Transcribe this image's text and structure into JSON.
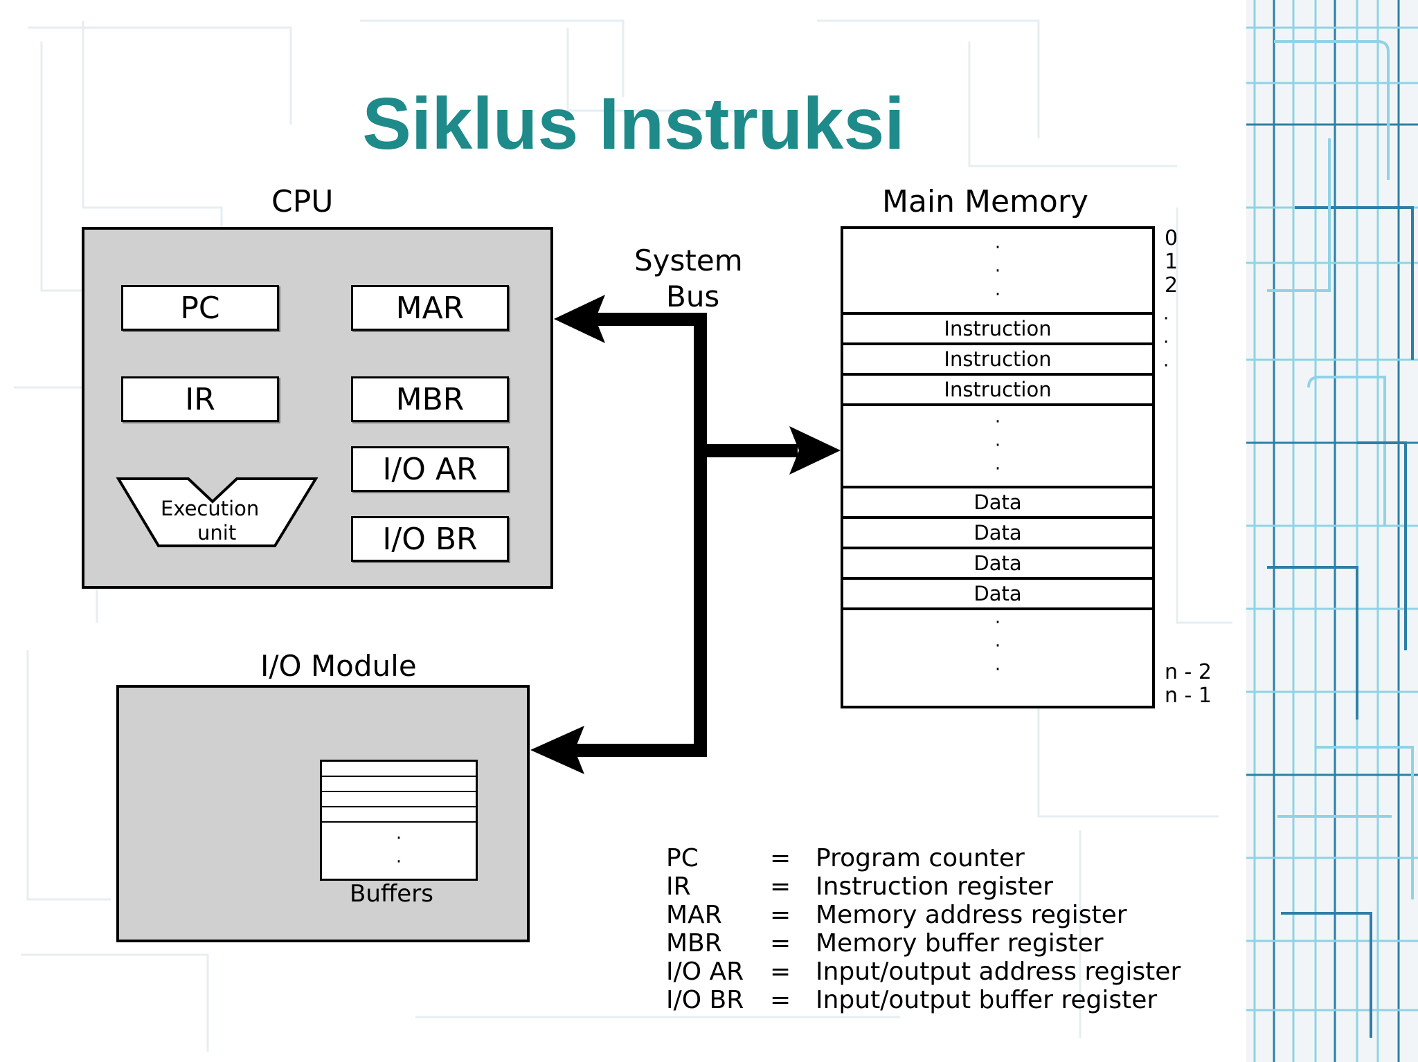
{
  "title": "Siklus Instruksi",
  "colors": {
    "title": "#1e8a8a",
    "box_fill": "#d0d0d0",
    "grid_light": "#8fd3e6",
    "grid_dark": "#2d7fa6"
  },
  "cpu": {
    "label": "CPU",
    "registers": [
      "PC",
      "MAR",
      "IR",
      "MBR",
      "I/O AR",
      "I/O BR"
    ],
    "exec_unit": [
      "Execution",
      "unit"
    ]
  },
  "bus": {
    "label": [
      "System",
      "Bus"
    ]
  },
  "io": {
    "label": "I/O Module",
    "buffers_label": "Buffers"
  },
  "memory": {
    "label": "Main Memory",
    "instructions": [
      "Instruction",
      "Instruction",
      "Instruction"
    ],
    "data": [
      "Data",
      "Data",
      "Data",
      "Data"
    ],
    "addresses_top": [
      "0",
      "1",
      "2"
    ],
    "addresses_bottom": [
      "n - 2",
      "n - 1"
    ]
  },
  "legend": [
    {
      "abbr": "PC",
      "eq": "=",
      "def": "Program counter"
    },
    {
      "abbr": "IR",
      "eq": "=",
      "def": "Instruction register"
    },
    {
      "abbr": "MAR",
      "eq": "=",
      "def": "Memory address register"
    },
    {
      "abbr": "MBR",
      "eq": "=",
      "def": "Memory buffer register"
    },
    {
      "abbr": "I/O AR",
      "eq": "=",
      "def": "Input/output address register"
    },
    {
      "abbr": "I/O BR",
      "eq": "=",
      "def": "Input/output buffer register"
    }
  ]
}
